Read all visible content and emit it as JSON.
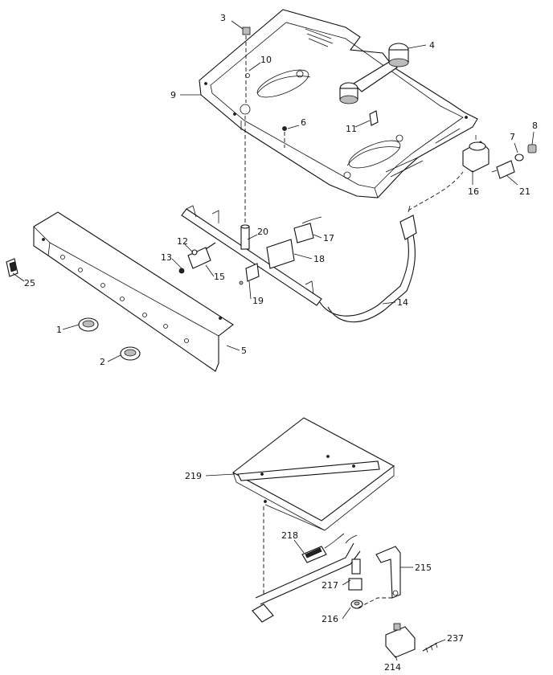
{
  "labels": {
    "l1": "1",
    "l2": "2",
    "l3": "3",
    "l4": "4",
    "l5": "5",
    "l6": "6",
    "l7": "7",
    "l8": "8",
    "l9": "9",
    "l10": "10",
    "l11": "11",
    "l12": "12",
    "l13": "13",
    "l14": "14",
    "l15": "15",
    "l16": "16",
    "l17": "17",
    "l18": "18",
    "l19": "19",
    "l20": "20",
    "l21": "21",
    "l25": "25",
    "l214": "214",
    "l215": "215",
    "l216": "216",
    "l217": "217",
    "l218": "218",
    "l219": "219",
    "l237": "237"
  }
}
